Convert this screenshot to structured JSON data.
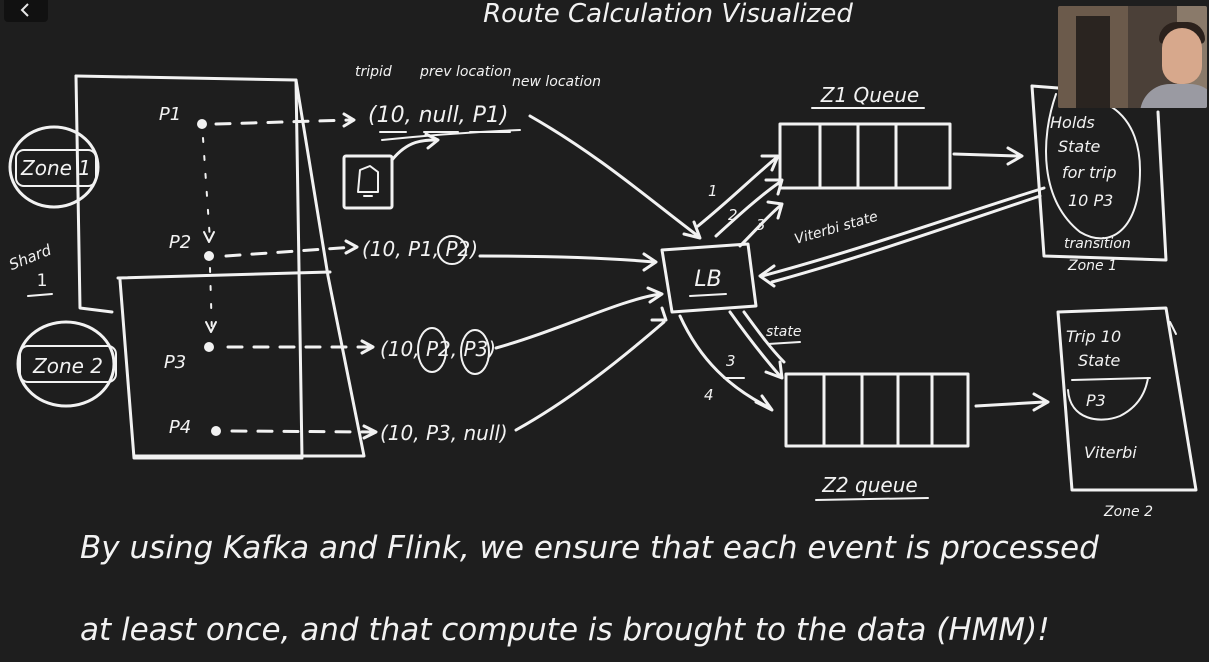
{
  "title": "Route Calculation Visualized",
  "shard_label": "Shard",
  "shard_number": "1",
  "zones": {
    "zone1": "Zone 1",
    "zone2": "Zone 2"
  },
  "points": [
    "P1",
    "P2",
    "P3",
    "P4"
  ],
  "annotations": {
    "tripid": "tripid",
    "prev_location": "prev location",
    "new_location": "new location"
  },
  "tuples": [
    "(10, null, P1)",
    "(10, P1, P2)",
    "(10, P2, P3)",
    "(10, P3, null)"
  ],
  "load_balancer": "LB",
  "arrow_labels": {
    "a1": "1",
    "a2": "2",
    "a3": "3",
    "b3": "3",
    "b4": "4",
    "viterbi_state": "Viterbi state",
    "state": "state"
  },
  "queues": {
    "z1": "Z1 Queue",
    "z2": "Z2 queue"
  },
  "z1_box": {
    "lines": [
      "Holds",
      "State",
      "for trip",
      "10 P3"
    ],
    "transition": "transition",
    "label": "Zone 1"
  },
  "z2_box": {
    "lines": [
      "Trip 10",
      "State"
    ],
    "p3": "P3",
    "viterbi": "Viterbi",
    "label": "Zone 2"
  },
  "caption": {
    "line1": "By using Kafka and Flink, we ensure that each event is processed",
    "line2": "at least once, and that compute is brought to the data (HMM)!"
  },
  "icons": {
    "back": "chevron-left-icon",
    "phone": "phone-icon"
  }
}
